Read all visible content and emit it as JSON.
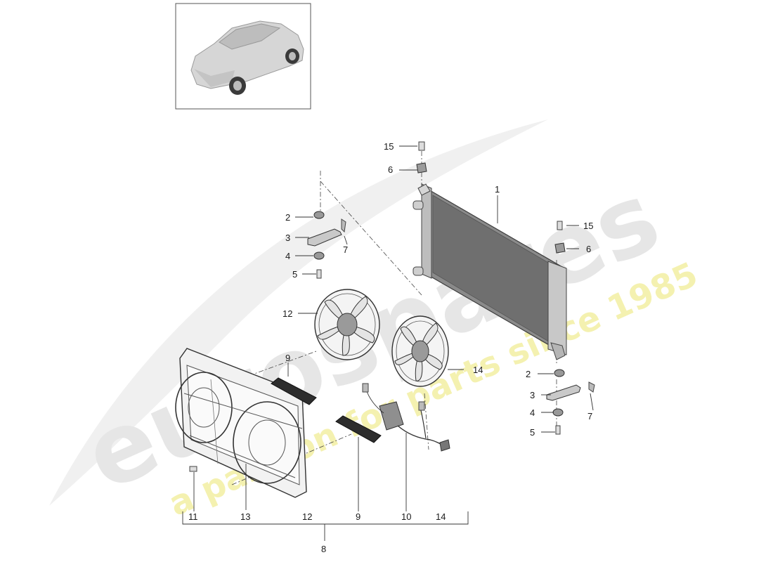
{
  "diagram": {
    "type": "exploded parts diagram",
    "thumbnail": "vehicle overview (grey SUV)",
    "callouts": {
      "c1": "1",
      "c2a": "2",
      "c3a": "3",
      "c4a": "4",
      "c5a": "5",
      "c7a": "7",
      "c15a": "15",
      "c6a": "6",
      "c15b": "15",
      "c6b": "6",
      "c12": "12",
      "c14": "14",
      "c9": "9",
      "c2b": "2",
      "c3b": "3",
      "c4b": "4",
      "c5b": "5",
      "c7b": "7",
      "b11": "11",
      "b13": "13",
      "b12": "12",
      "b9": "9",
      "b10": "10",
      "b14": "14",
      "c8": "8"
    }
  },
  "watermark": {
    "brand": "eurospares",
    "tagline": "a passion for parts since 1985",
    "brand_color": "#d9d9d9",
    "tagline_color": "#f3f0a8"
  }
}
